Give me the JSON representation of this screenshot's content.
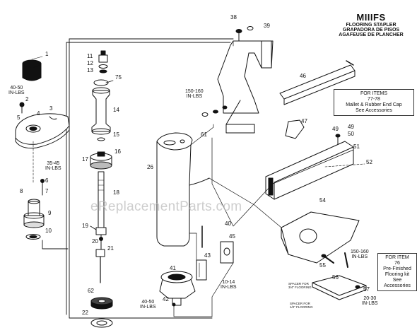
{
  "header": {
    "model": "MIIIFS",
    "subtitle_en": "FLOORING STAPLER",
    "subtitle_es": "GRAPADORA DE PISOS",
    "subtitle_fr": "AGAFEUSE DE PLANCHER"
  },
  "notes": {
    "items_77_78": [
      "FOR ITEMS",
      "77-78",
      "Mallet & Rubber End Cap",
      "See Accessories"
    ],
    "item_76": [
      "FOR ITEM",
      "76",
      "Pre-Finished",
      "Flooring kit",
      "See",
      "Accessories"
    ]
  },
  "torque_specs": {
    "t_40_50_top": [
      "40-50",
      "IN-LBS"
    ],
    "t_35_45": [
      "35-45",
      "IN-LBS"
    ],
    "t_150_160_top": [
      "150-160",
      "IN-LBS"
    ],
    "t_10_14": [
      "10-14",
      "IN-LBS"
    ],
    "t_150_160_right": [
      "150-160",
      "IN-LBS"
    ],
    "t_20_30": [
      "20-30",
      "IN-LBS"
    ],
    "t_40_50_bottom": [
      "40-50",
      "IN-LBS"
    ]
  },
  "spacer_notes": {
    "spacer_3_4": [
      "SPACER FOR",
      "3/4\" FLOORING"
    ],
    "spacer_1_2": [
      "SPACER FOR",
      "1/2\" FLOORING"
    ]
  },
  "part_numbers": {
    "p1": "1",
    "p2": "2",
    "p3": "3",
    "p4": "4",
    "p5": "5",
    "p6": "6",
    "p7": "7",
    "p8": "8",
    "p9": "9",
    "p10": "10",
    "p11": "11",
    "p12": "12",
    "p13": "13",
    "p14": "14",
    "p15": "15",
    "p16": "16",
    "p17": "17",
    "p18": "18",
    "p19": "19",
    "p20": "20",
    "p21": "21",
    "p22": "22",
    "p26": "26",
    "p38": "38",
    "p39": "39",
    "p40": "40",
    "p41": "41",
    "p42": "42",
    "p43": "43",
    "p45": "45",
    "p46": "46",
    "p47": "47",
    "p49": "49",
    "p50": "50",
    "p51": "51",
    "p52": "52",
    "p54": "54",
    "p55": "55",
    "p56": "56",
    "p57": "57",
    "p61": "61",
    "p62": "62",
    "p75": "75"
  },
  "watermark": "eReplacementParts.com"
}
